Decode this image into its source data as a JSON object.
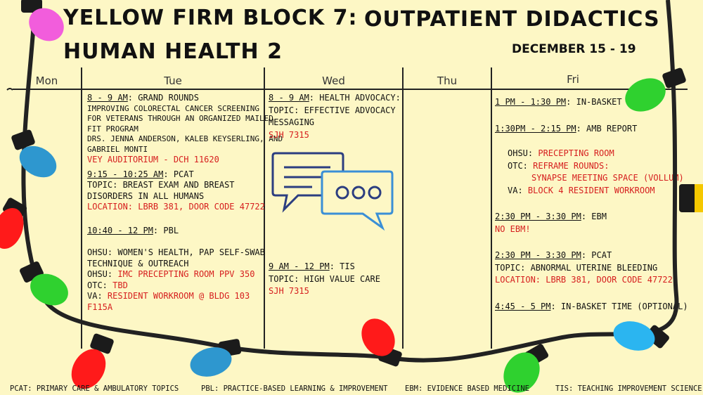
{
  "header": {
    "title_line1": "YELLOW FIRM BLOCK 7:",
    "title_line2": "HUMAN HEALTH 2",
    "title_right": "OUTPATIENT DIDACTICS",
    "date_range": "DECEMBER 15 - 19"
  },
  "days": [
    "Mon",
    "Tue",
    "Wed",
    "Thu",
    "Fri"
  ],
  "tue": {
    "grand_time": "8 - 9 AM",
    "grand_title": ": GRAND ROUNDS",
    "grand_desc": [
      "IMPROVING COLORECTAL CANCER SCREENING",
      "FOR VETERANS THROUGH AN ORGANIZED MAILED",
      "FIT PROGRAM",
      "DRS. JENNA ANDERSON, KALEB KEYSERLING, AND",
      "GABRIEL MONTI"
    ],
    "grand_loc": "VEY AUDITORIUM - DCH 11620",
    "pcat_time": "9:15 - 10:25 AM",
    "pcat_title": ": PCAT",
    "pcat_topic": [
      "TOPIC: BREAST EXAM AND BREAST",
      "DISORDERS IN ALL HUMANS"
    ],
    "pcat_loc": "LOCATION: LBRB 381, DOOR CODE 47722",
    "pbl_time": "10:40 - 12 PM",
    "pbl_title": ":  PBL",
    "pbl_ohsu_topic": [
      "OHSU: WOMEN'S HEALTH, PAP SELF-SWAB",
      "TECHNIQUE & OUTREACH"
    ],
    "pbl_ohsu_label": "OHSU: ",
    "pbl_ohsu_room": "IMC PRECEPTING ROOM PPV 350",
    "pbl_otc_label": "OTC: ",
    "pbl_otc_room": "TBD",
    "pbl_va_label": "VA: ",
    "pbl_va_room": "RESIDENT WORKROOM @ BLDG 103",
    "pbl_va_room2": "F115A"
  },
  "wed": {
    "adv_time": "8 - 9 AM",
    "adv_title": ": HEALTH ADVOCACY:",
    "adv_topic": [
      "TOPIC: EFFECTIVE ADVOCACY",
      "MESSAGING"
    ],
    "adv_loc": "SJH 7315",
    "tis_time": "9 AM - 12 PM",
    "tis_title": ": TIS",
    "tis_topic": "TOPIC: HIGH VALUE CARE",
    "tis_loc": "SJH 7315"
  },
  "fri": {
    "inbasket_time": "1 PM - 1:30 PM",
    "inbasket_title": ": IN-BASKET TIME",
    "amb_time": "1:30PM - 2:15 PM",
    "amb_title": ": AMB REPORT",
    "ohsu_label": "OHSU: ",
    "ohsu_room": "PRECEPTING ROOM",
    "otc_label": "OTC: ",
    "otc_room": "REFRAME ROUNDS:",
    "otc_room2": "SYNAPSE MEETING SPACE (VOLLUM)",
    "va_label": "VA: ",
    "va_room": "BLOCK 4 RESIDENT WORKROOM",
    "ebm_time": "2:30 PM - 3:30 PM",
    "ebm_title": ": EBM",
    "ebm_note": "NO EBM!",
    "pcat_time": "2:30 PM - 3:30 PM",
    "pcat_title": ": PCAT",
    "pcat_topic": "TOPIC: ABNORMAL UTERINE BLEEDING",
    "pcat_loc": "LOCATION: LBRB 381, DOOR CODE 47722",
    "inbasket2_time": "4:45 - 5 PM",
    "inbasket2_title": ": IN-BASKET TIME (OPTIONAL)"
  },
  "footer": {
    "pcat": "PCAT: PRIMARY CARE & AMBULATORY TOPICS",
    "pbl": "PBL: PRACTICE-BASED LEARNING & IMPROVEMENT",
    "ebm": "EBM: EVIDENCE BASED MEDICINE",
    "tis": "TIS: TEACHING IMPROVEMENT SCIENCE"
  },
  "icons": [
    "chat-bubbles-icon",
    "christmas-light-bulb-icon"
  ],
  "colors": {
    "background": "#fdf7c5",
    "accent_red": "#d61e1e",
    "chat_dark_blue": "#2c3e80",
    "chat_light_blue": "#3a8fd6",
    "bulb_pink": "#f25ddc",
    "bulb_blue": "#2e97cf",
    "bulb_red": "#ff1a1a",
    "bulb_green": "#2fd12f",
    "bulb_yellow": "#f5c800",
    "bulb_light_blue": "#2bb5f0"
  }
}
